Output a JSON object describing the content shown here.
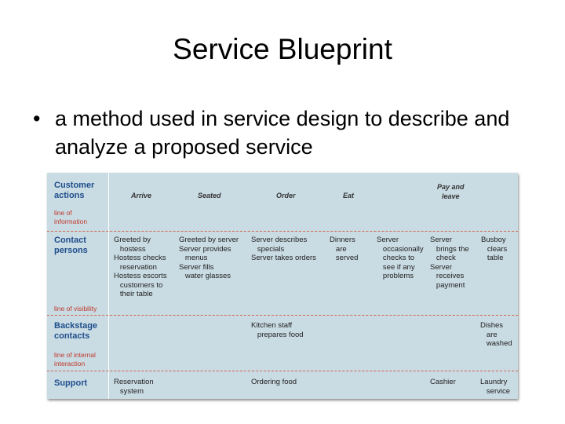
{
  "slide": {
    "title": "Service Blueprint",
    "bullet": "a method used in service design to describe and analyze a proposed service"
  },
  "blueprint": {
    "colors": {
      "background": "#c9dbe3",
      "stripe": "#ffffff",
      "label": "#1f4e8c",
      "line": "#c0392b"
    },
    "headers": {
      "customer_actions": "Customer\nactions",
      "arrive": "Arrive",
      "seated": "Seated",
      "order": "Order",
      "eat": "Eat",
      "pay": "Pay and\nleave"
    },
    "lines": {
      "information": "line of\ninformation",
      "visibility": "line of visibility",
      "internal": "line of internal\ninteraction"
    },
    "rows": {
      "contact": {
        "label": "Contact\npersons",
        "arrive": "Greeted by\n   hostess\nHostess checks\n   reservation\nHostess escorts\n   customers to\n   their table",
        "seated": "Greeted by server\nServer provides\n   menus\nServer fills\n   water glasses",
        "order": "Server describes\n   specials\nServer takes orders",
        "eat": "Dinners\n   are\n   served",
        "serve": "Server\n   occasionally\n   checks to\n   see if any\n   problems",
        "pay": "Server\n   brings the\n   check\nServer\n   receives\n   payment",
        "bus": "Busboy\n   clears\n   table"
      },
      "backstage": {
        "label": "Backstage\ncontacts",
        "order": "Kitchen staff\n   prepares food",
        "bus": "Dishes\n   are\n   washed"
      },
      "support": {
        "label": "Support",
        "arrive": "Reservation\n   system",
        "order": "Ordering food",
        "pay": "Cashier",
        "bus": "Laundry\n   service"
      }
    }
  }
}
